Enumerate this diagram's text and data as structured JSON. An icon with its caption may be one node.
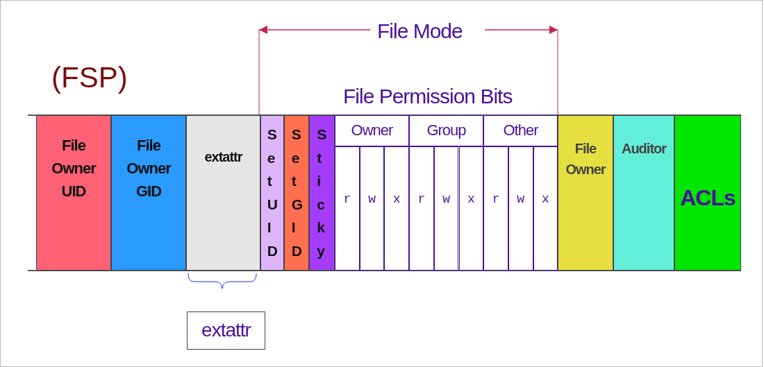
{
  "diagram": {
    "title": "(FSP)",
    "nodes": [
      {
        "text": [
          "File Owner UID"
        ]
      },
      {
        "text": [
          "File Owner GID"
        ]
      },
      {
        "text": [
          "extattr"
        ]
      },
      {
        "text": [
          "SetUID"
        ]
      },
      {
        "text": [
          "SetGID"
        ]
      },
      {
        "text": [
          "Sticky"
        ]
      },
      {
        "text": [
          "Owner"
        ]
      },
      {
        "text": [
          "Group"
        ]
      },
      {
        "text": [
          "Other"
        ]
      },
      {
        "text": [
          "r"
        ]
      },
      {
        "text": [
          "w"
        ]
      },
      {
        "text": [
          "x"
        ]
      },
      {
        "text": [
          "r"
        ]
      },
      {
        "text": [
          "w"
        ]
      },
      {
        "text": [
          "x"
        ]
      },
      {
        "text": [
          "r"
        ]
      },
      {
        "text": [
          "w"
        ]
      },
      {
        "text": [
          "x"
        ]
      },
      {
        "text": [
          "File Owner"
        ]
      },
      {
        "text": [
          "Auditor"
        ]
      },
      {
        "text": [
          "ACLs"
        ]
      },
      {
        "text": [
          "extattr"
        ]
      }
    ],
    "labels": [
      "File Mode",
      "File Permission Bits"
    ]
  }
}
